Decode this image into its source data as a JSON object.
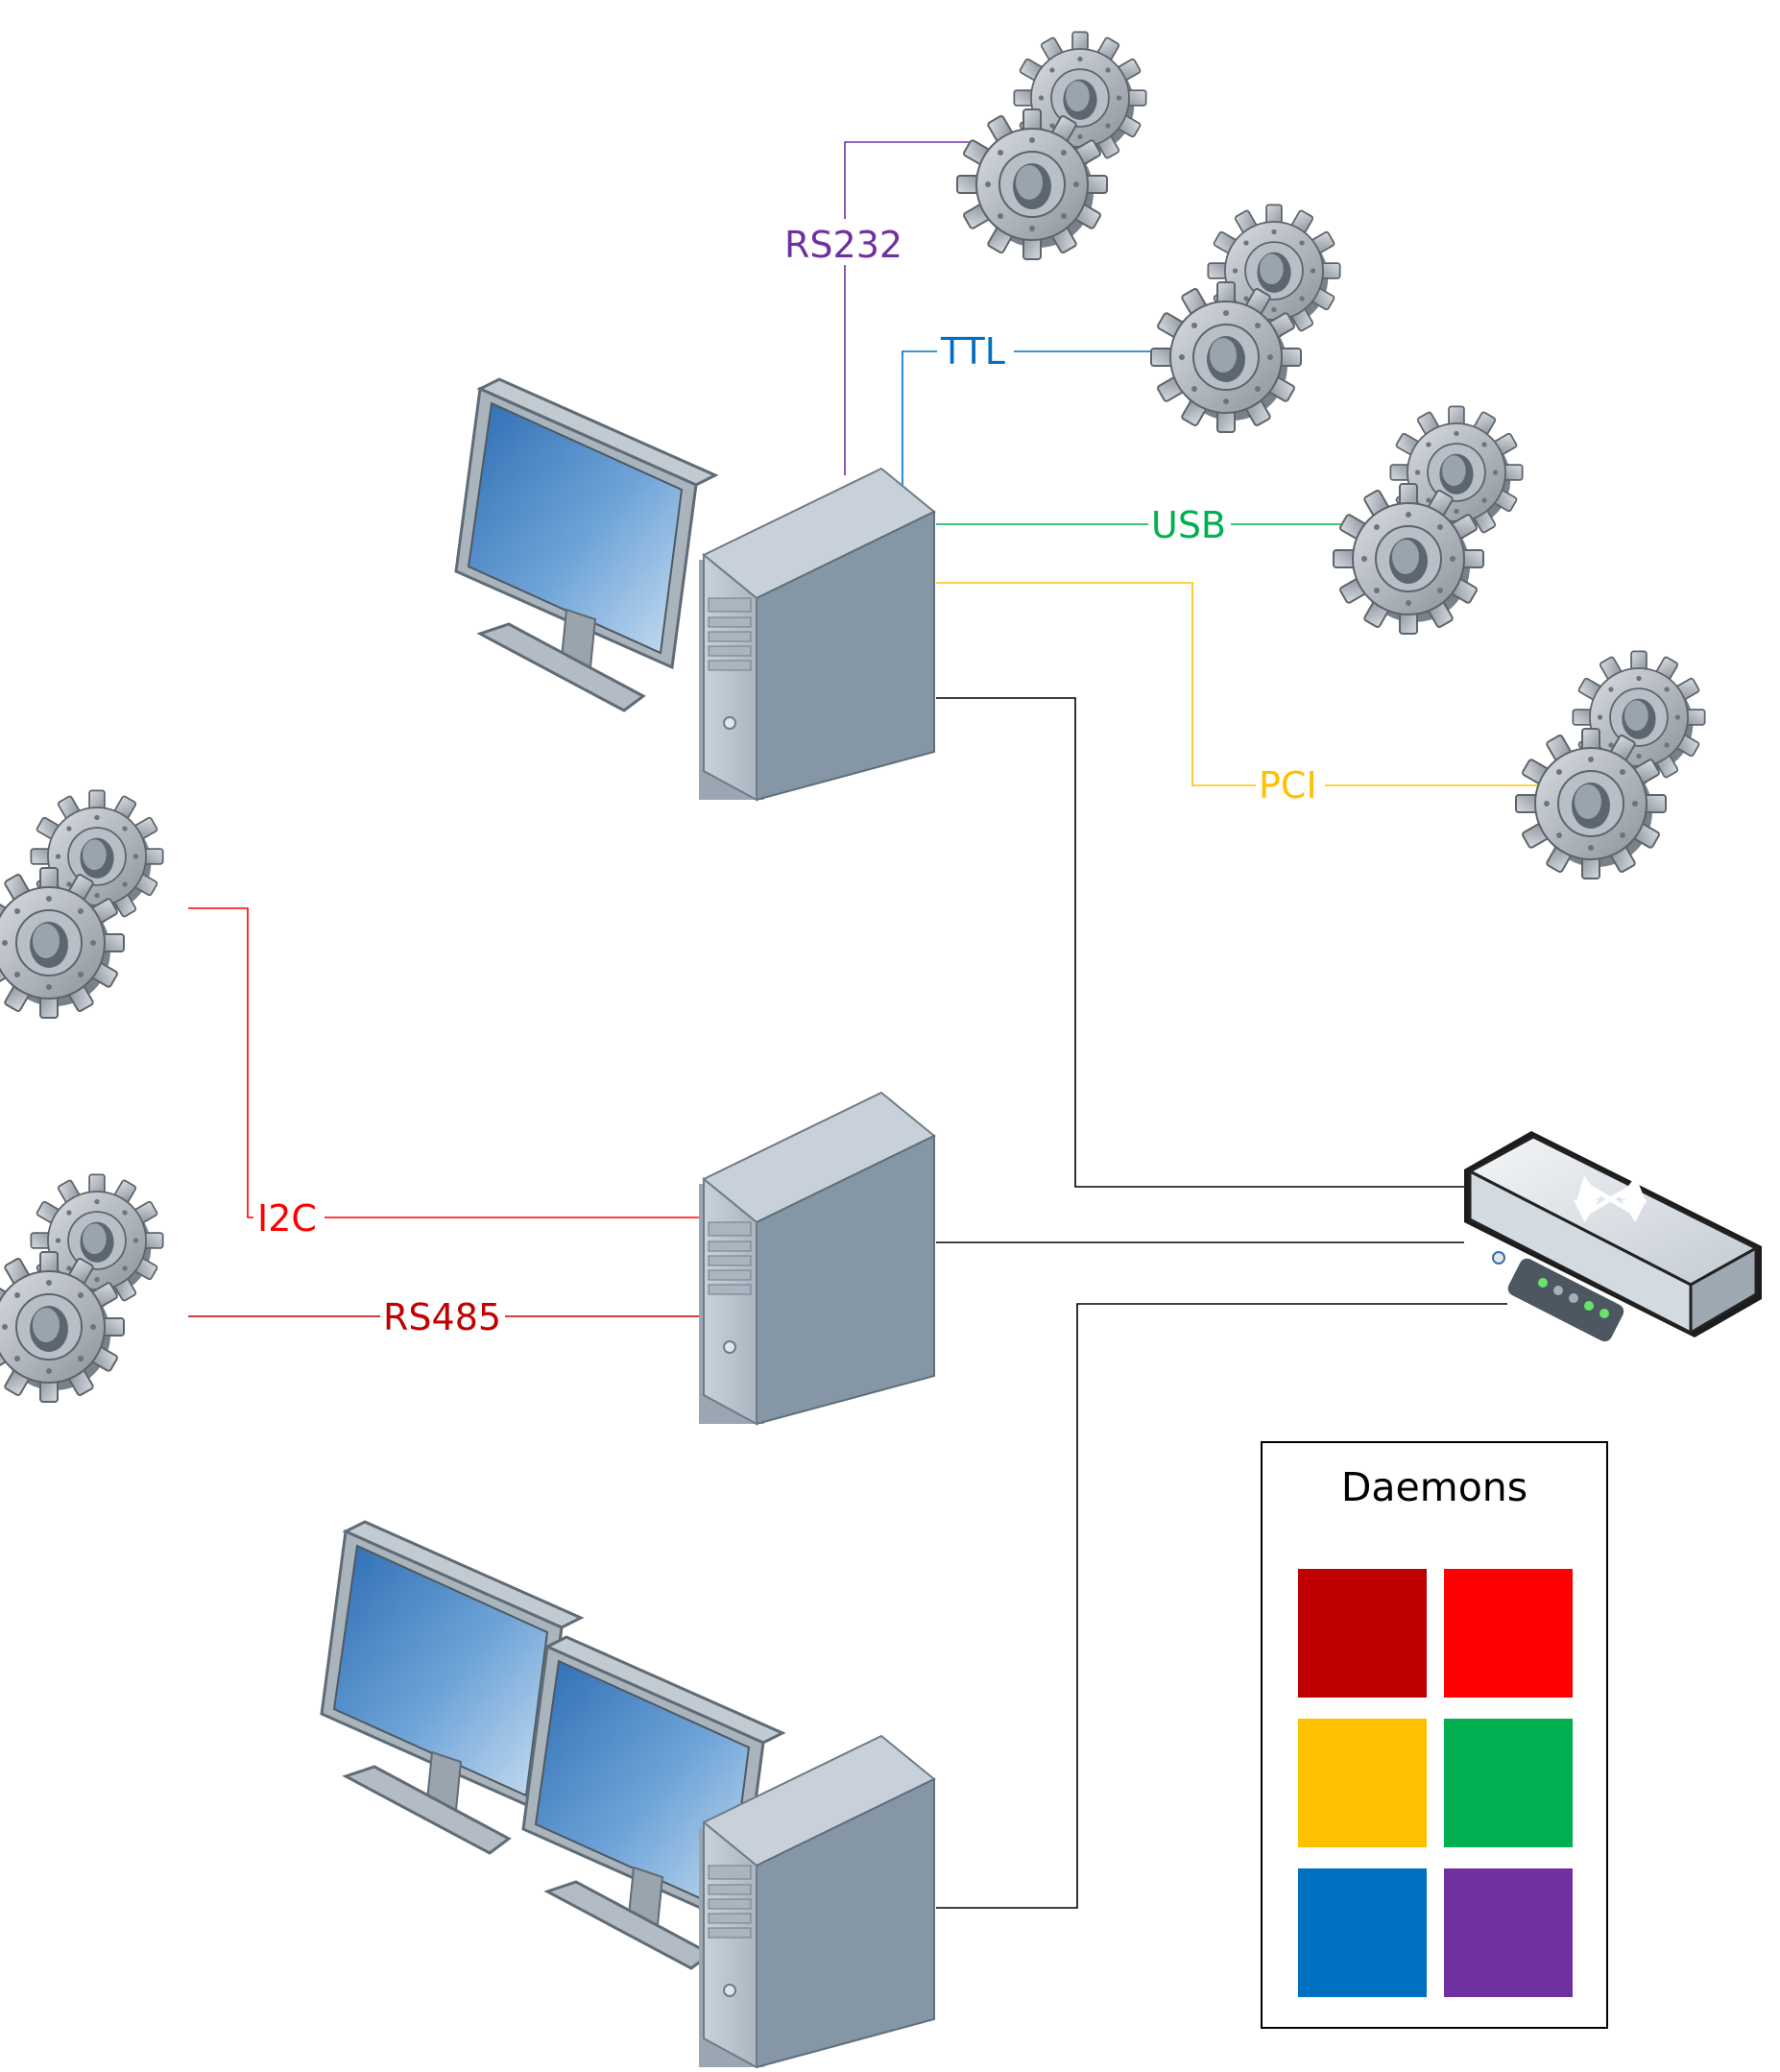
{
  "colors": {
    "rs232": "#7030A0",
    "ttl": "#0070C0",
    "usb": "#00B050",
    "pci": "#FFC000",
    "i2c": "#FF0000",
    "rs485": "#C00000",
    "network": "#000000"
  },
  "connections": {
    "rs232": {
      "label": "RS232"
    },
    "ttl": {
      "label": "TTL"
    },
    "usb": {
      "label": "USB"
    },
    "pci": {
      "label": "PCI"
    },
    "i2c": {
      "label": "I2C"
    },
    "rs485": {
      "label": "RS485"
    }
  },
  "legend": {
    "title": "Daemons",
    "swatches": [
      "#C00000",
      "#FF0000",
      "#FFC000",
      "#00B050",
      "#0070C0",
      "#7030A0"
    ]
  },
  "icons": {
    "gear": "gear-cluster-icon",
    "monitor": "monitor-icon",
    "tower": "server-tower-icon",
    "router": "router-icon"
  }
}
